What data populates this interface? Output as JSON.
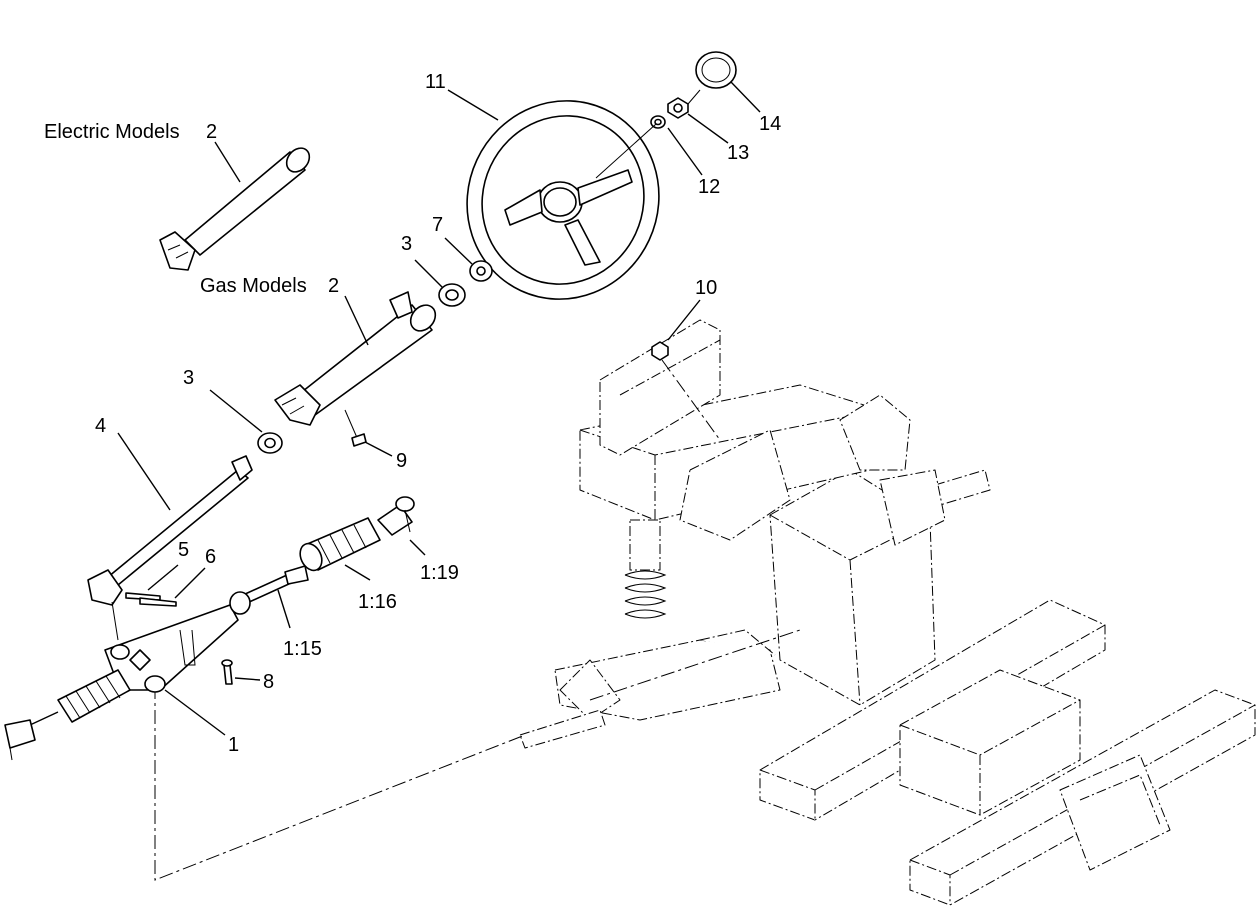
{
  "diagram": {
    "callouts": {
      "electric_models": "Electric Models",
      "electric_models_ref": "2",
      "gas_models": "Gas Models",
      "gas_models_ref": "2",
      "c1": "1",
      "c3a": "3",
      "c3b": "3",
      "c4": "4",
      "c5": "5",
      "c6": "6",
      "c7": "7",
      "c8": "8",
      "c9": "9",
      "c10": "10",
      "c11": "11",
      "c12": "12",
      "c13": "13",
      "c14": "14",
      "c1_15": "1:15",
      "c1_16": "1:16",
      "c1_19": "1:19"
    },
    "icons": [
      "steering-wheel-icon",
      "steering-column-icon",
      "steering-rack-icon",
      "bellows-boot-icon",
      "tie-rod-end-icon",
      "bearing-icon",
      "washer-icon",
      "nut-icon",
      "cap-icon",
      "bolt-icon",
      "chassis-frame-icon"
    ]
  }
}
